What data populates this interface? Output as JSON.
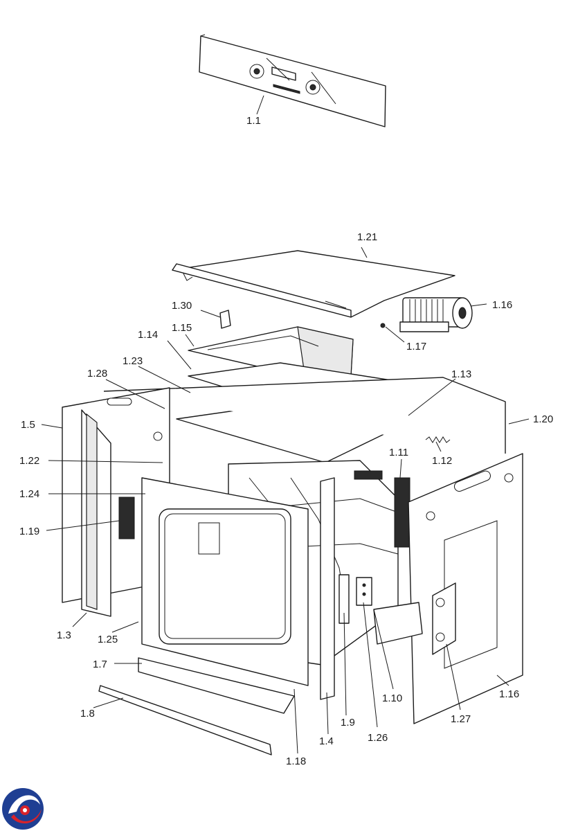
{
  "callouts": [
    {
      "id": "1.1",
      "text": "1.1"
    },
    {
      "id": "1.21",
      "text": "1.21"
    },
    {
      "id": "1.16a",
      "text": "1.16"
    },
    {
      "id": "1.30",
      "text": "1.30"
    },
    {
      "id": "1.17",
      "text": "1.17"
    },
    {
      "id": "1.15",
      "text": "1.15"
    },
    {
      "id": "1.14",
      "text": "1.14"
    },
    {
      "id": "1.23",
      "text": "1.23"
    },
    {
      "id": "1.28",
      "text": "1.28"
    },
    {
      "id": "1.13",
      "text": "1.13"
    },
    {
      "id": "1.5",
      "text": "1.5"
    },
    {
      "id": "1.20",
      "text": "1.20"
    },
    {
      "id": "1.11",
      "text": "1.11"
    },
    {
      "id": "1.12",
      "text": "1.12"
    },
    {
      "id": "1.22",
      "text": "1.22"
    },
    {
      "id": "1.24",
      "text": "1.24"
    },
    {
      "id": "1.19",
      "text": "1.19"
    },
    {
      "id": "1.3",
      "text": "1.3"
    },
    {
      "id": "1.25",
      "text": "1.25"
    },
    {
      "id": "1.7",
      "text": "1.7"
    },
    {
      "id": "1.8",
      "text": "1.8"
    },
    {
      "id": "1.10",
      "text": "1.10"
    },
    {
      "id": "1.16b",
      "text": "1.16"
    },
    {
      "id": "1.27",
      "text": "1.27"
    },
    {
      "id": "1.9",
      "text": "1.9"
    },
    {
      "id": "1.26",
      "text": "1.26"
    },
    {
      "id": "1.4",
      "text": "1.4"
    },
    {
      "id": "1.18",
      "text": "1.18"
    }
  ],
  "logo": {
    "icon": "brand-swirl-logo-icon",
    "colors": [
      "#1f3f93",
      "#d8232a"
    ]
  }
}
